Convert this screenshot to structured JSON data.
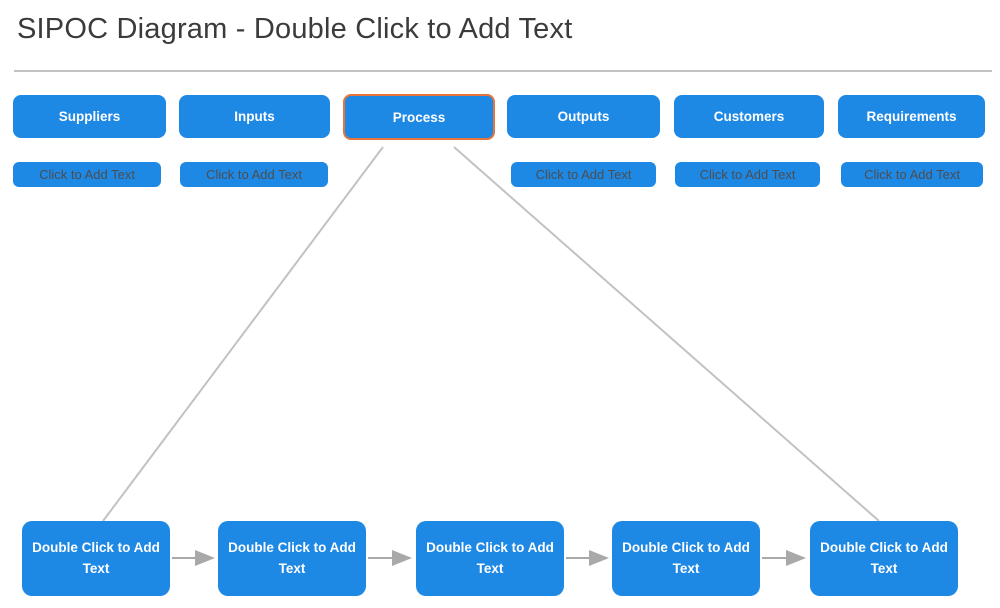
{
  "title": "SIPOC Diagram - Double Click to Add Text",
  "colors": {
    "box_blue": "#1E88E5",
    "highlight_orange": "#E8743B",
    "connector_gray": "#C2C2C2",
    "arrow_gray": "#A9A9A9",
    "title_gray": "#3B3B3B",
    "placeholder_text": "#4D4D4D"
  },
  "columns": [
    {
      "header": "Suppliers",
      "placeholder": "Click to Add Text"
    },
    {
      "header": "Inputs",
      "placeholder": "Click to Add Text"
    },
    {
      "header": "Process"
    },
    {
      "header": "Outputs",
      "placeholder": "Click to Add Text"
    },
    {
      "header": "Customers",
      "placeholder": "Click to Add Text"
    },
    {
      "header": "Requirements",
      "placeholder": "Click to Add Text"
    }
  ],
  "process_steps": [
    {
      "label": "Double Click to Add Text"
    },
    {
      "label": "Double Click to Add Text"
    },
    {
      "label": "Double Click to Add Text"
    },
    {
      "label": "Double Click to Add Text"
    },
    {
      "label": "Double Click to Add Text"
    }
  ]
}
